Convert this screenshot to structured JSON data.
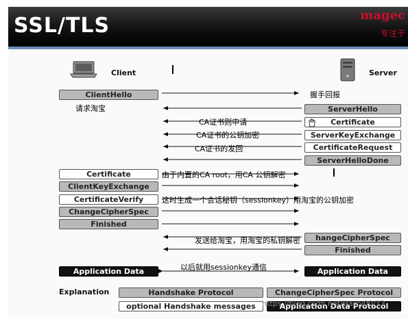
{
  "banner": {
    "title": "SSL/TLS",
    "logo_top": "magec",
    "logo_bottom": "专注于"
  },
  "participants": {
    "client": "Client",
    "server": "Server",
    "client_icon": "laptop-icon",
    "server_icon": "server-tower-icon"
  },
  "messages": {
    "client_hello": "ClientHello",
    "server_hello": "ServerHello",
    "certificate_server": "Certificate",
    "server_key_exchange": "ServerKeyExchange",
    "certificate_request": "CertificateRequest",
    "server_hello_done": "ServerHelloDone",
    "certificate_client": "Certificate",
    "client_key_exchange": "ClientKeyExchange",
    "certificate_verify": "CertificateVerify",
    "change_cipher_spec_client": "ChangeCipherSpec",
    "finished_client": "Finished",
    "change_cipher_spec_server": "hangeCipherSpec",
    "finished_server": "Finished",
    "app_data_client": "Application Data",
    "app_data_server": "Application Data"
  },
  "annotations": {
    "handshake": "握手回报",
    "request_taobao": "请求淘宝",
    "ca_apply": "CA证书则申请",
    "ca_pubkey_encrypt": "CA证书的公钥加密",
    "ca_issued": "CA证书的发回",
    "builtin_ca_root": "由于内置的CA root，用CA 公钥解密",
    "session_key": "这时生成一个会话秘钥（sessionkey）用淘宝的公钥加密",
    "send_to_taobao": "发送给淘宝，用淘宝的私钥解密",
    "communicate": "以后就用sessionkey通信"
  },
  "legend": {
    "title": "Explanation",
    "handshake_protocol": "Handshake Protocol",
    "change_cipher_spec_protocol": "ChangeCipherSpec Protocol",
    "optional_handshake": "optional Handshake messages",
    "application_data_protocol": "Application Data Protocol"
  },
  "watermark": "https://blog.csdn.net/Harry00/13"
}
